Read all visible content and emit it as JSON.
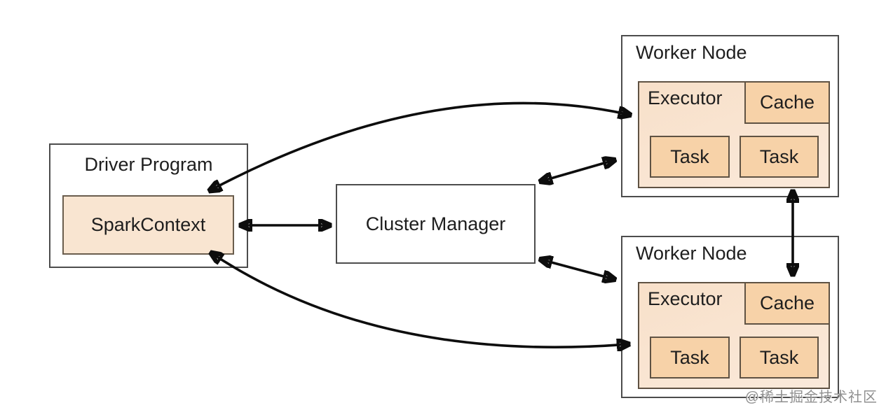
{
  "diagram": {
    "title_implied": "Spark cluster architecture",
    "driver_program": {
      "title": "Driver Program",
      "spark_context_label": "SparkContext"
    },
    "cluster_manager": {
      "label": "Cluster Manager"
    },
    "workers": [
      {
        "title": "Worker Node",
        "executor_label": "Executor",
        "cache_label": "Cache",
        "tasks": [
          "Task",
          "Task"
        ]
      },
      {
        "title": "Worker Node",
        "executor_label": "Executor",
        "cache_label": "Cache",
        "tasks": [
          "Task",
          "Task"
        ]
      }
    ],
    "connections": [
      {
        "from": "SparkContext",
        "to": "Cluster Manager",
        "bidirectional": true,
        "style": "straight"
      },
      {
        "from": "SparkContext",
        "to": "Worker Node (top) Executor",
        "bidirectional": true,
        "style": "curved"
      },
      {
        "from": "SparkContext",
        "to": "Worker Node (bottom) Executor",
        "bidirectional": true,
        "style": "curved"
      },
      {
        "from": "Cluster Manager",
        "to": "Worker Node (top)",
        "bidirectional": true,
        "style": "straight"
      },
      {
        "from": "Cluster Manager",
        "to": "Worker Node (bottom)",
        "bidirectional": true,
        "style": "straight"
      },
      {
        "from": "Worker Node (top) Executor",
        "to": "Worker Node (bottom) Cache",
        "bidirectional": true,
        "style": "straight"
      }
    ],
    "watermark": "@稀土掘金技术社区"
  },
  "colors": {
    "background": "#ffffff",
    "outer_box_border": "#4c4c4c",
    "peach_box_border": "#5f5243",
    "spark_context_fill": "#f9e5d1",
    "executor_fill": "#f9e4cf",
    "cache_task_fill": "#f7d2a8",
    "arrow": "#0d0d0d",
    "text": "#1e1e1e",
    "watermark_text": "#8f8f8f"
  }
}
